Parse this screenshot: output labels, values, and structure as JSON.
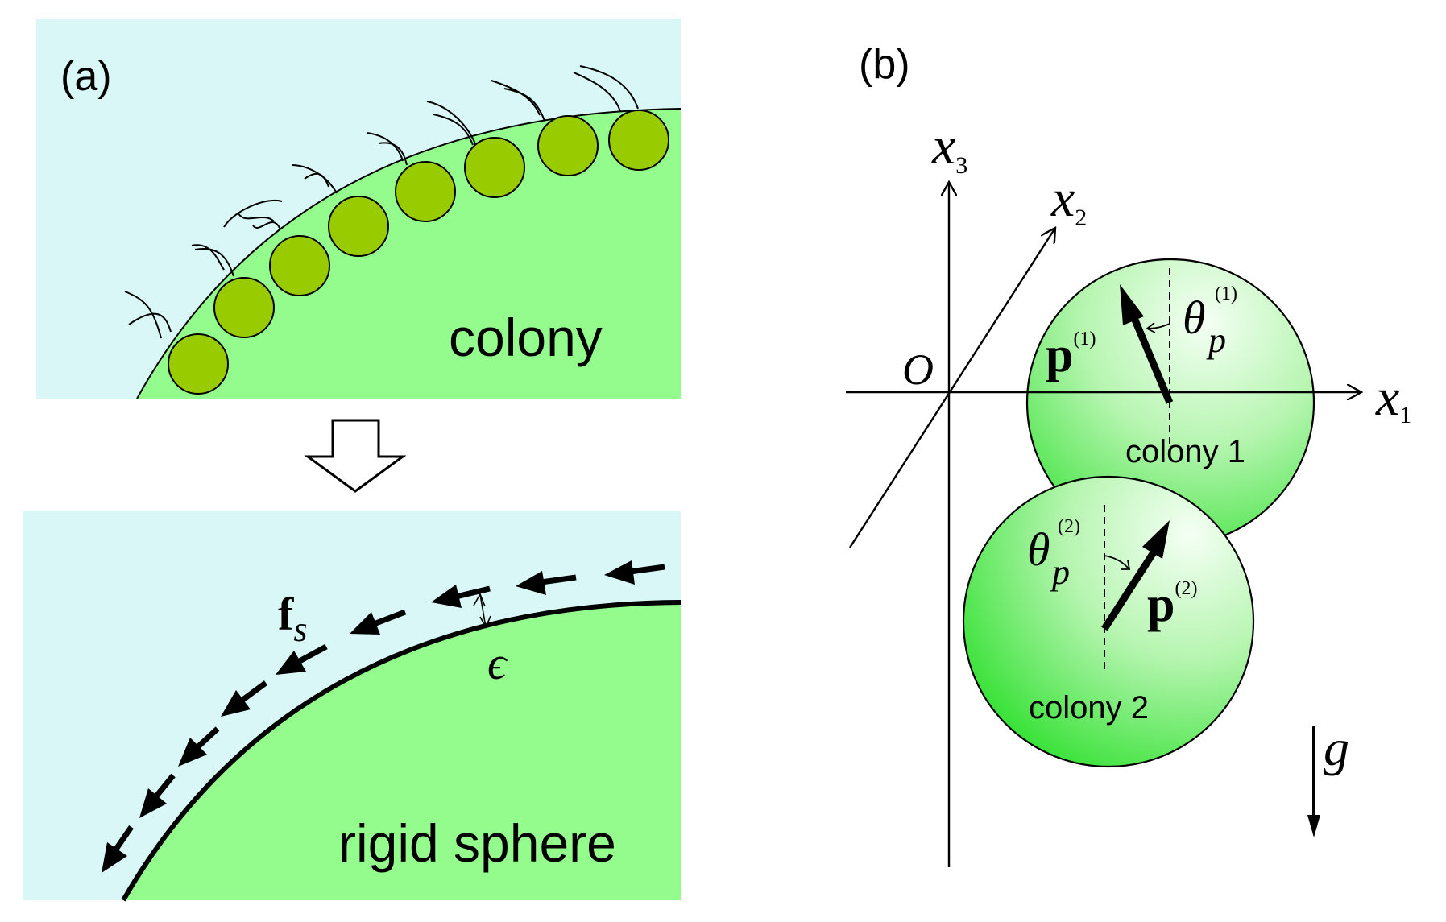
{
  "panel_a": {
    "label": "(a)",
    "top_region_label": "colony",
    "bottom_region_label": "rigid sphere",
    "force_symbol": "f",
    "force_subscript": "s",
    "gap_symbol": "ϵ"
  },
  "panel_b": {
    "label": "(b)",
    "origin_label": "O",
    "axes": {
      "x1": {
        "base": "x",
        "sub": "1"
      },
      "x2": {
        "base": "x",
        "sub": "2"
      },
      "x3": {
        "base": "x",
        "sub": "3"
      }
    },
    "colony1": {
      "label": "colony 1",
      "vector_symbol": "p",
      "vector_superscript": "(1)",
      "angle_symbol": "θ",
      "angle_subscript": "p",
      "angle_superscript": "(1)"
    },
    "colony2": {
      "label": "colony 2",
      "vector_symbol": "p",
      "vector_superscript": "(2)",
      "angle_symbol": "θ",
      "angle_subscript": "p",
      "angle_superscript": "(2)"
    },
    "gravity_symbol": "g"
  },
  "colors": {
    "fluid": "#d9f7f7",
    "colony_fill": "#94fc8c",
    "bacteria_fill": "#99cc00",
    "sphere_light": "#f0fff0",
    "sphere_dark": "#2ee02e"
  }
}
